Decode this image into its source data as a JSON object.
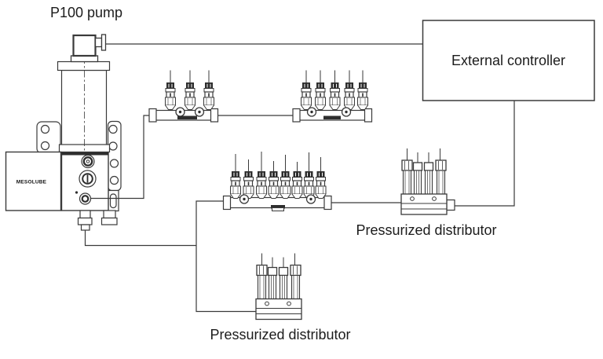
{
  "labels": {
    "pump_title": "P100 pump",
    "external_controller": "External controller",
    "pressurized_distributor_right": "Pressurized distributor",
    "pressurized_distributor_bottom": "Pressurized distributor",
    "pump_brand": "MESOLUBE"
  },
  "components": [
    {
      "name": "p100-pump",
      "label": "P100 pump",
      "brand": "MESOLUBE"
    },
    {
      "name": "external-controller",
      "label": "External controller"
    },
    {
      "name": "injector-manifold-top-left",
      "injector_count": 3
    },
    {
      "name": "injector-manifold-top-right",
      "injector_count": 5
    },
    {
      "name": "injector-manifold-middle",
      "injector_count": 8
    },
    {
      "name": "pressurized-distributor-right",
      "label": "Pressurized distributor",
      "outlet_count": 4
    },
    {
      "name": "pressurized-distributor-bottom",
      "label": "Pressurized distributor",
      "outlet_count": 4
    }
  ],
  "connections": [
    {
      "from": "p100-pump-top-connector",
      "to": "external-controller"
    },
    {
      "from": "external-controller",
      "to": "pressurized-distributor-right"
    },
    {
      "from": "p100-pump-side-port",
      "to": "injector-manifold-top-left"
    },
    {
      "from": "injector-manifold-top-left",
      "to": "injector-manifold-top-right"
    },
    {
      "from": "p100-pump-bottom-outlet",
      "to": "injector-manifold-middle"
    },
    {
      "from": "p100-pump-bottom-outlet",
      "to": "pressurized-distributor-bottom"
    },
    {
      "from": "injector-manifold-middle",
      "to": "pressurized-distributor-right"
    }
  ],
  "colors": {
    "line": "#3a3a3a",
    "dark_fill": "#2e2e2e",
    "text": "#1c1c1c",
    "background": "#ffffff"
  }
}
